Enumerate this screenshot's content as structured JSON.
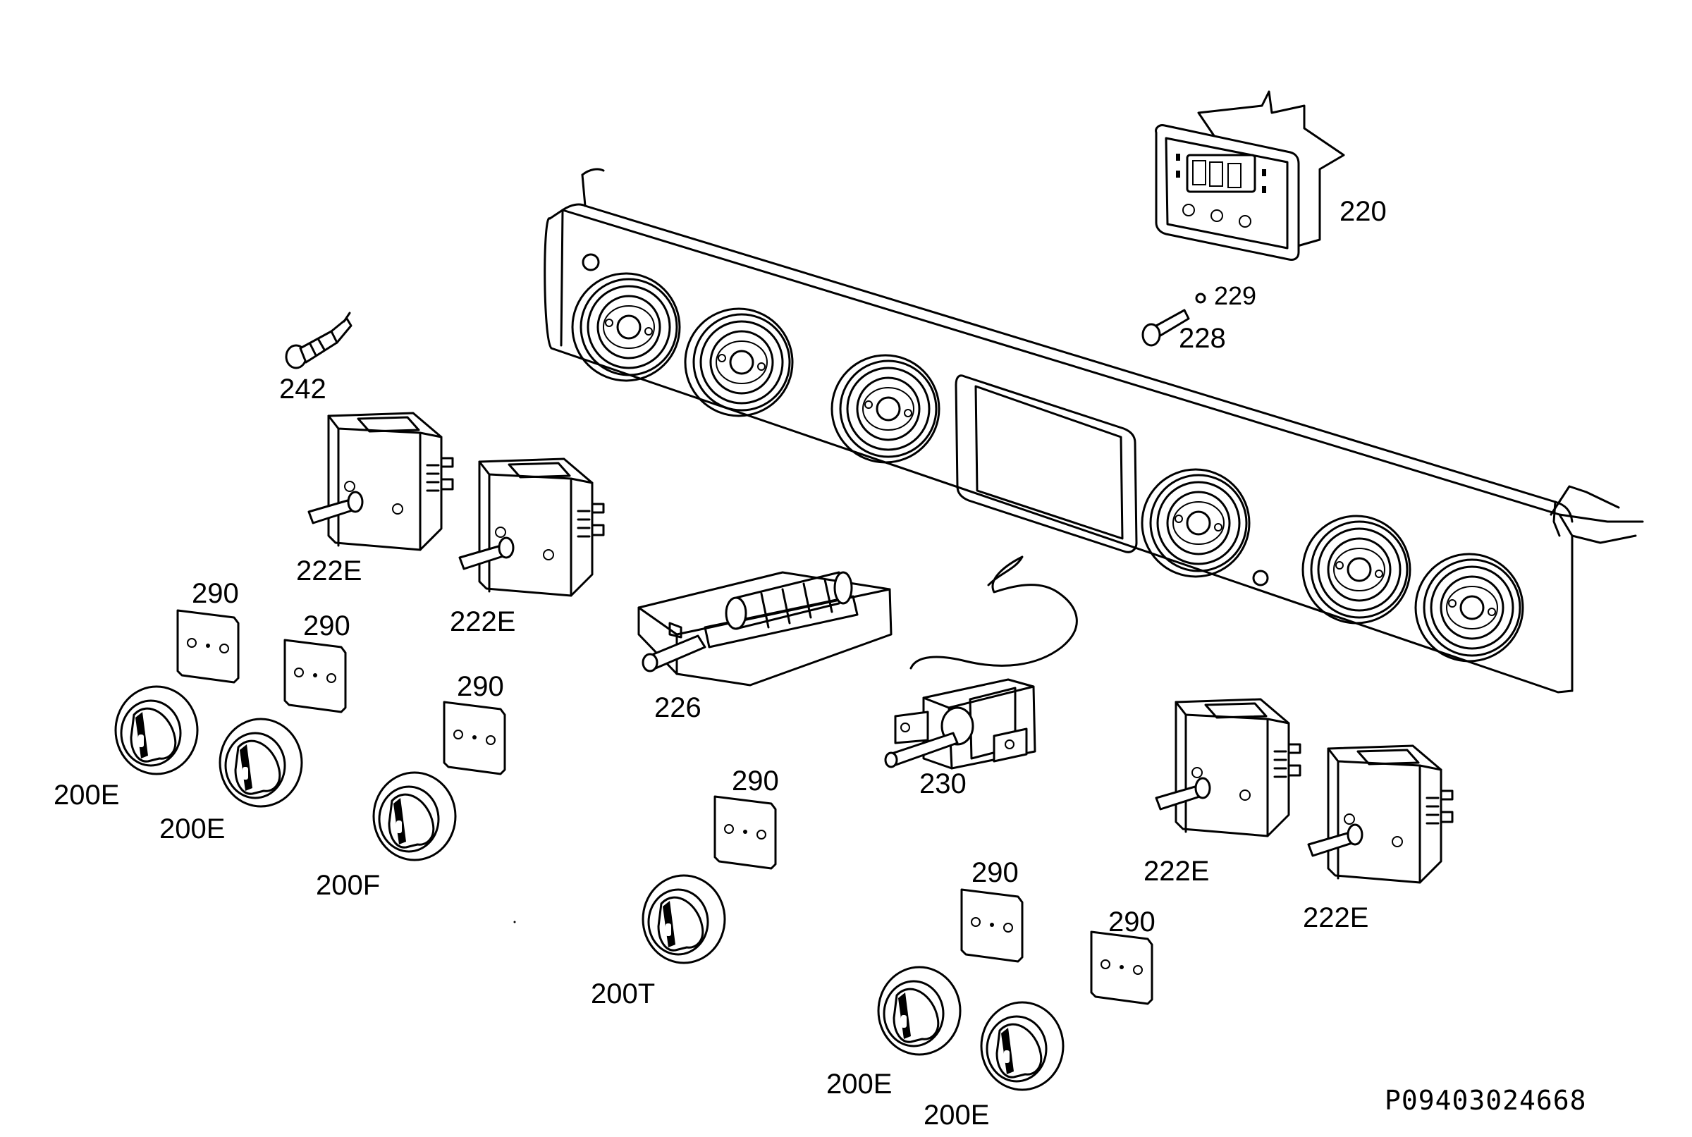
{
  "labels": {
    "p220": "220",
    "p229": "229",
    "p228": "228",
    "p242": "242",
    "p222e_1": "222E",
    "p222e_2": "222E",
    "p222e_3": "222E",
    "p222e_4": "222E",
    "p290_1": "290",
    "p290_2": "290",
    "p290_3": "290",
    "p290_4": "290",
    "p290_5": "290",
    "p290_6": "290",
    "p226": "226",
    "p230": "230",
    "p200e_1": "200E",
    "p200e_2": "200E",
    "p200e_3": "200E",
    "p200e_4": "200E",
    "p200f": "200F",
    "p200t": "200T"
  },
  "drawing_code": "P09403024668"
}
